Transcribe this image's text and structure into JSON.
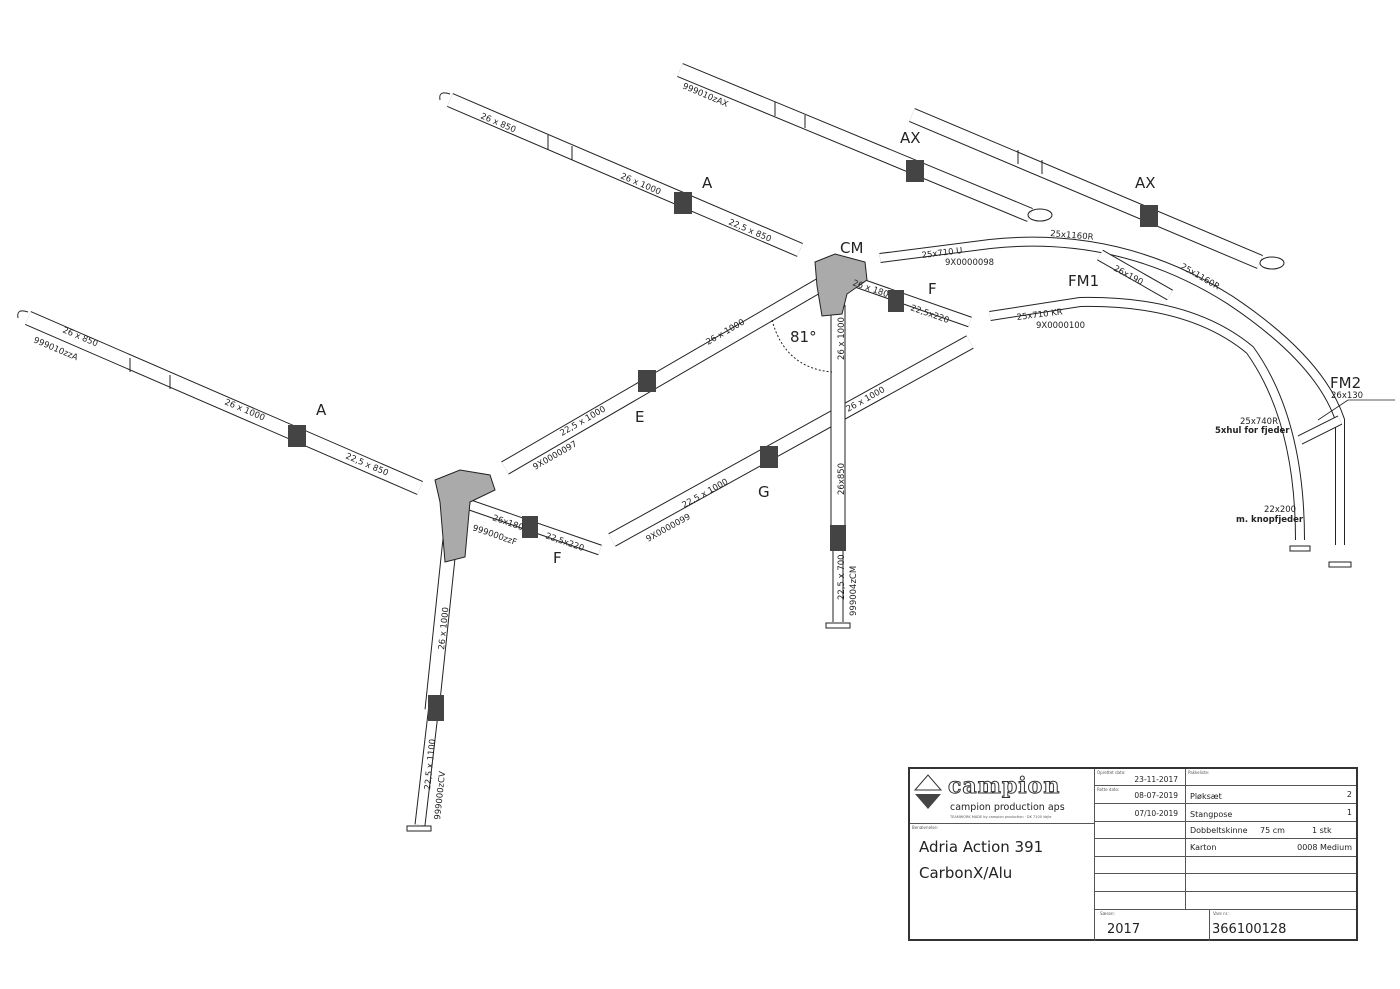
{
  "drawing": {
    "labels": {
      "a_left": "A",
      "a_mid": "A",
      "ax_1": "AX",
      "ax_2": "AX",
      "cm": "CM",
      "f_top": "F",
      "f_bottom": "F",
      "e": "E",
      "g": "G",
      "fm1": "FM1",
      "fm2": "FM2",
      "angle": "81°"
    },
    "dimensions": {
      "a_left_1": "26 x 850",
      "a_left_code": "999010zzA",
      "a_left_2": "26 x 1000",
      "a_left_3": "22,5 x 850",
      "a_mid_1": "26 x 850",
      "a_mid_2": "26 x 1000",
      "a_mid_3": "22,5 x 850",
      "ax_code": "999010zAX",
      "f_bottom_1": "26x180",
      "f_bottom_code": "999000zzF",
      "f_bottom_2": "22,5x220",
      "f_top_1": "26 x 180",
      "f_top_2": "22,5x220",
      "e_1": "26 x 1000",
      "e_2": "22,5 x 1000",
      "e_code": "9X0000097",
      "g_1": "26 x 1000",
      "g_2": "22,5 x 1000",
      "g_code": "9X0000099",
      "leg_left_1": "26 x 1000",
      "leg_left_2": "22,5 x 1100",
      "leg_left_code": "999000zCV",
      "leg_mid_1": "26 x 1000",
      "leg_mid_2": "26x850",
      "leg_mid_3": "22,5 x 700",
      "leg_mid_code": "999004zCM",
      "fm_u": "25x710 U",
      "fm_u_code": "9X0000098",
      "fm_kr": "25x710 KR",
      "fm_kr_code": "9X0000100",
      "fm_r1": "25x1160R",
      "fm_r2": "25x1160R",
      "fm1_190": "26x190",
      "fm2_130": "26x130",
      "fm_740": "25x740R",
      "fm_740_note": "5xhul for fjeder",
      "fm_200": "22x200",
      "fm_200_note": "m. knopfjeder"
    }
  },
  "title_block": {
    "logo_text": "campion",
    "company": "campion production aps",
    "company_small": "TEAMWORK MADE by campion production · DK 7100 Vejle",
    "designation_label": "Benævnelse:",
    "product_line1": "Adria Action 391",
    "product_line2": "CarbonX/Alu",
    "created_label": "Oprettet dato:",
    "created_date": "23-11-2017",
    "revised_label": "Rette dato:",
    "revised_date": "08-07-2019",
    "revised_date2": "07/10-2019",
    "packing_label": "Pakkeliste:",
    "packing": [
      {
        "item": "Pløksæt",
        "extra": "",
        "qty": "2"
      },
      {
        "item": "Stangpose",
        "extra": "",
        "qty": "1"
      },
      {
        "item": "Dobbeltskinne",
        "extra": "75 cm",
        "qty": "1 stk"
      },
      {
        "item": "Karton",
        "extra": "",
        "qty": "0008 Medium"
      }
    ],
    "season_label": "Sæson:",
    "season": "2017",
    "item_no_label": "Vare nr.:",
    "item_no": "366100128"
  }
}
